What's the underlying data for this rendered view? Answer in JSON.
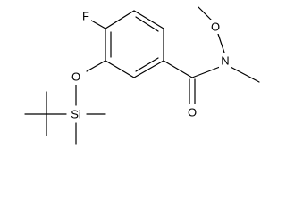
{
  "structure": {
    "atoms": {
      "fluorine": "F",
      "ether_oxygen": "O",
      "silicon": "Si",
      "carbonyl_oxygen": "O",
      "amide_nitrogen": "N",
      "methoxy_oxygen": "O"
    }
  },
  "colors": {
    "bond": "#000000",
    "label": "#000000",
    "background": "#ffffff"
  }
}
